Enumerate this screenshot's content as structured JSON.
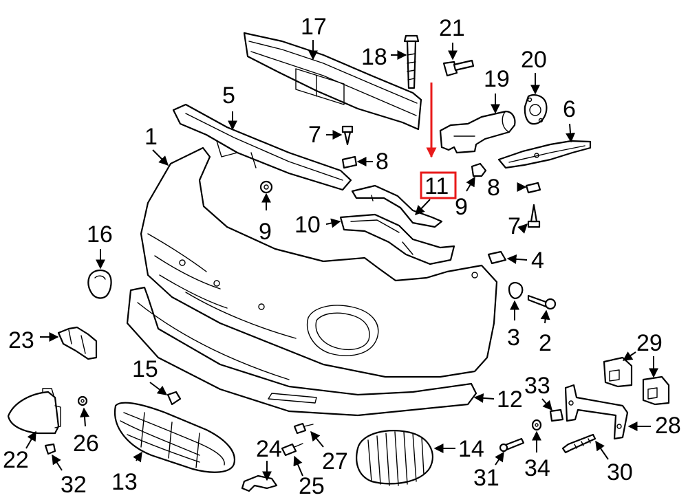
{
  "diagram": {
    "callouts": {
      "c1": "1",
      "c2": "2",
      "c3": "3",
      "c4": "4",
      "c5": "5",
      "c6": "6",
      "c7a": "7",
      "c7b": "7",
      "c8a": "8",
      "c8b": "8",
      "c9a": "9",
      "c9b": "9",
      "c10": "10",
      "c11": "11",
      "c12": "12",
      "c13": "13",
      "c14": "14",
      "c15": "15",
      "c16": "16",
      "c17": "17",
      "c18": "18",
      "c19": "19",
      "c20": "20",
      "c21": "21",
      "c22": "22",
      "c23": "23",
      "c24": "24",
      "c25": "25",
      "c26": "26",
      "c27": "27",
      "c28": "28",
      "c29": "29",
      "c30": "30",
      "c31": "31",
      "c32": "32",
      "c33": "33",
      "c34": "34"
    },
    "highlighted_callout": "11",
    "colors": {
      "highlight": "#e81a1a",
      "line": "#000000",
      "background": "#ffffff"
    }
  }
}
